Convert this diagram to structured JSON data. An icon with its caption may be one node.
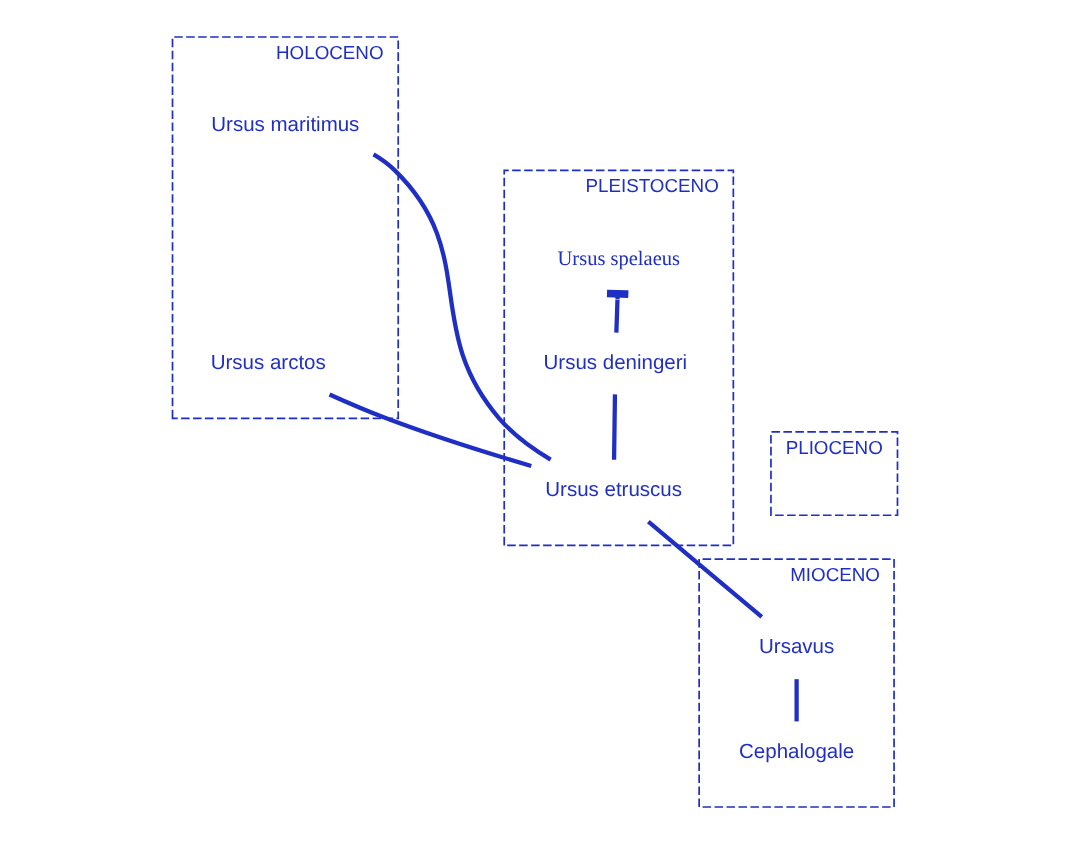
{
  "diagram": {
    "nodes": [
      {
        "text": [
          "HOLOCENO"
        ]
      },
      {
        "text": [
          "Ursus maritimus"
        ],
        "in": 0
      },
      {
        "text": [
          "Ursus arctos"
        ],
        "in": 0
      },
      {
        "text": [
          "PLEISTOCENO"
        ]
      },
      {
        "text": [
          "Ursus spelaeus"
        ],
        "in": 3
      },
      {
        "text": [
          "Ursus deningeri"
        ],
        "in": 3
      },
      {
        "text": [
          "Ursus etruscus"
        ],
        "in": 3
      },
      {
        "text": [
          "PLIOCENO"
        ]
      },
      {
        "text": [
          "MIOCENO"
        ]
      },
      {
        "text": [
          "Ursavus"
        ],
        "in": 8
      },
      {
        "text": [
          "Cephalogale"
        ],
        "in": 8
      }
    ],
    "edges": [
      {
        "from": 10,
        "to": 9,
        "arrow": "none"
      },
      {
        "from": 9,
        "to": 6,
        "arrow": "none"
      },
      {
        "from": 6,
        "to": 5,
        "arrow": "none"
      },
      {
        "from": 5,
        "to": 4,
        "arrow": "other"
      },
      {
        "from": 6,
        "to": 1,
        "arrow": "none"
      },
      {
        "from": 6,
        "to": 2,
        "arrow": "none"
      }
    ]
  }
}
